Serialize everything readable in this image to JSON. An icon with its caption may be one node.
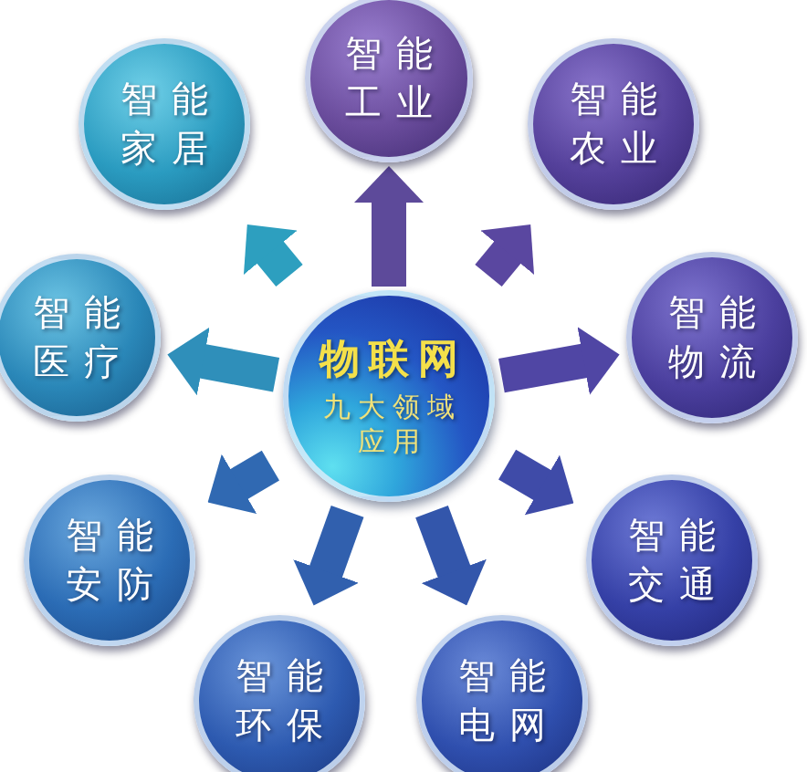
{
  "diagram": {
    "nodes": [
      {
        "text": [
          "物联网",
          "九大领域应用"
        ]
      },
      {
        "text": [
          "智能工业"
        ]
      },
      {
        "text": [
          "智能农业"
        ]
      },
      {
        "text": [
          "智能物流"
        ]
      },
      {
        "text": [
          "智能交通"
        ]
      },
      {
        "text": [
          "智能电网"
        ]
      },
      {
        "text": [
          "智能环保"
        ]
      },
      {
        "text": [
          "智能安防"
        ]
      },
      {
        "text": [
          "智能医疗"
        ]
      },
      {
        "text": [
          "智能家居"
        ]
      }
    ],
    "edges": [
      {
        "from": 0,
        "to": 1,
        "arrow": "to",
        "color": "#5d4a9a"
      },
      {
        "from": 0,
        "to": 2,
        "arrow": "to",
        "color": "#5a47a0"
      },
      {
        "from": 0,
        "to": 3,
        "arrow": "to",
        "color": "#5046a4"
      },
      {
        "from": 0,
        "to": 4,
        "arrow": "to",
        "color": "#3f4ba8"
      },
      {
        "from": 0,
        "to": 5,
        "arrow": "to",
        "color": "#3356ab"
      },
      {
        "from": 0,
        "to": 6,
        "arrow": "to",
        "color": "#3160ae"
      },
      {
        "from": 0,
        "to": 7,
        "arrow": "to",
        "color": "#3069b2"
      },
      {
        "from": 0,
        "to": 8,
        "arrow": "to",
        "color": "#2f8fba"
      },
      {
        "from": 0,
        "to": 9,
        "arrow": "to",
        "color": "#2d9fbf"
      }
    ]
  }
}
